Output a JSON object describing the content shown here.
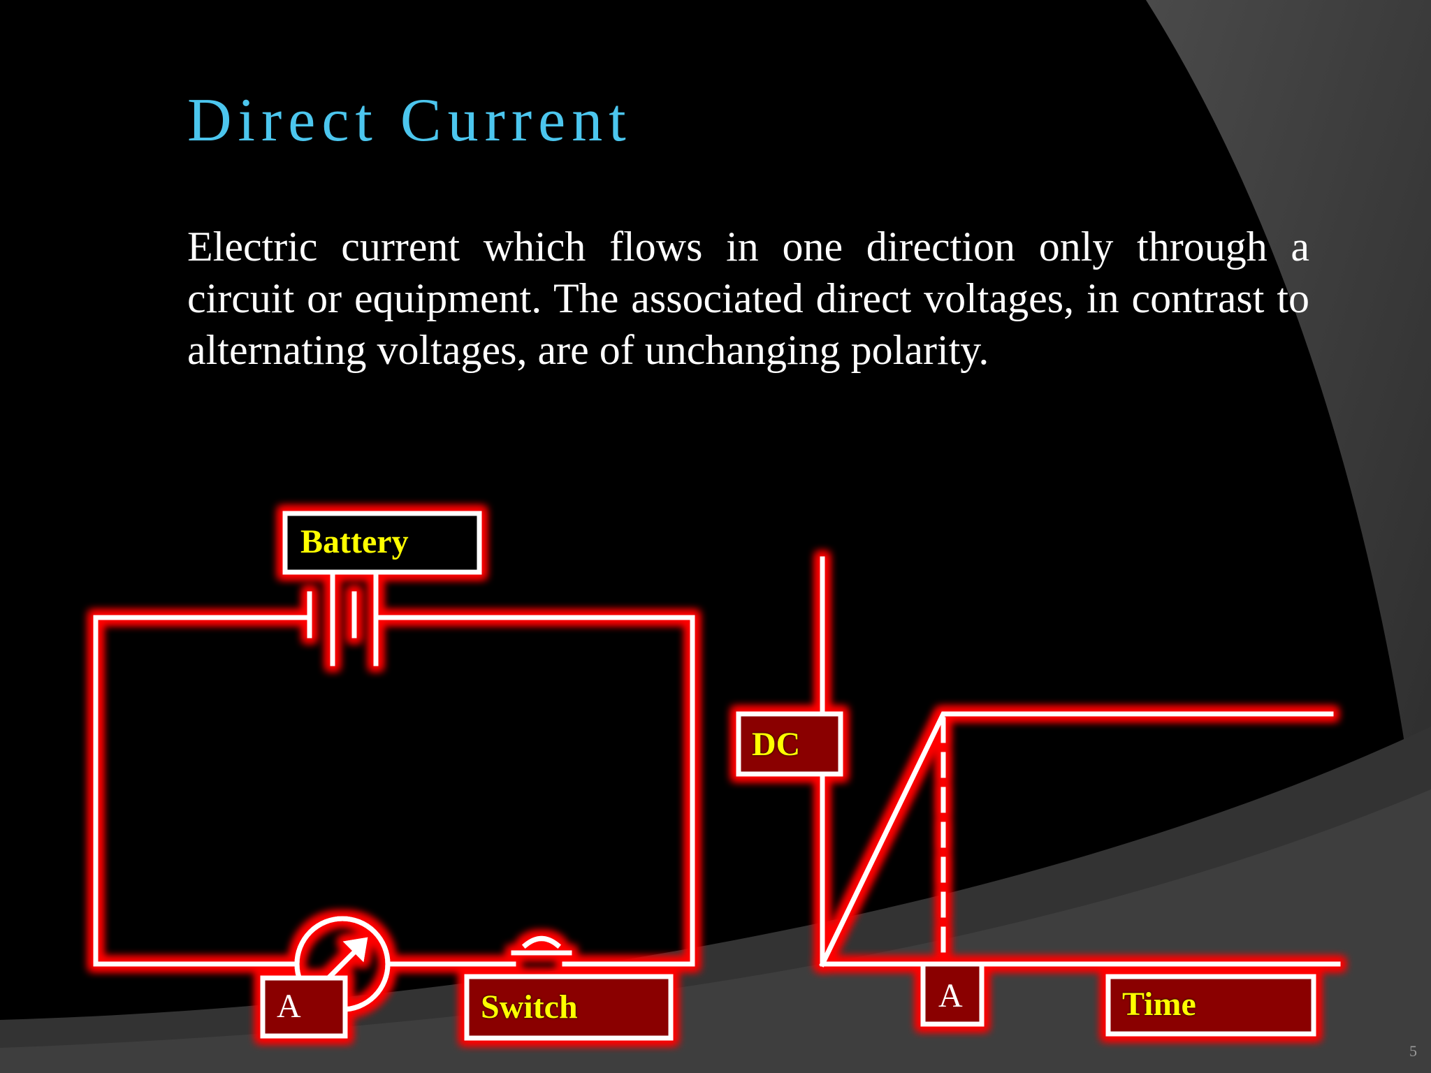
{
  "slide": {
    "title": "Direct Current",
    "body": "Electric current which flows in one direction only through a circuit or equipment. The associated direct voltages, in contrast to alternating voltages, are of unchanging polarity.",
    "page_number": "5"
  },
  "circuit": {
    "battery_label": "Battery",
    "ammeter_label": "A",
    "switch_label": "Switch"
  },
  "graph": {
    "y_label": "DC",
    "point_label": "A",
    "x_label": "Time"
  },
  "colors": {
    "title": "#4cc6ee",
    "body_text": "#ffffff",
    "label_text": "#ffff00",
    "glow": "#ff0000",
    "box_fill": "#8a0000",
    "line": "#ffffff"
  }
}
